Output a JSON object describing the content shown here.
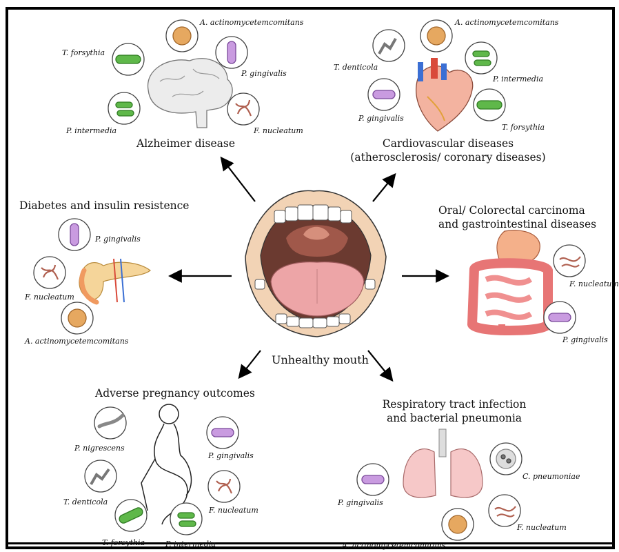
{
  "center": {
    "label": "Unhealthy mouth"
  },
  "groups": {
    "alzheimer": {
      "title": "Alzheimer disease",
      "bacteria": [
        "A. actinomycetemcomitans",
        "T. forsythia",
        "P. gingivalis",
        "P. intermedia",
        "F. nucleatum"
      ]
    },
    "cardio": {
      "title_line1": "Cardiovascular diseases",
      "title_line2": "(atherosclerosis/ coronary diseases)",
      "bacteria": [
        "A. actinomycetemcomitans",
        "T. denticola",
        "P. intermedia",
        "P. gingivalis",
        "T. forsythia"
      ]
    },
    "diabetes": {
      "title": "Diabetes and insulin resistence",
      "bacteria": [
        "P. gingivalis",
        "F. nucleatum",
        "A. actinomycetemcomitans"
      ]
    },
    "oral_crc": {
      "title_line1": "Oral/ Colorectal carcinoma",
      "title_line2": "and gastrointestinal diseases",
      "bacteria": [
        "F. nucleatum",
        "P. gingivalis"
      ]
    },
    "pregnancy": {
      "title": "Adverse pregnancy outcomes",
      "bacteria": [
        "P. nigrescens",
        "P. gingivalis",
        "T. denticola",
        "F. nucleatum",
        "T. forsythia",
        "P. intermedia"
      ]
    },
    "respiratory": {
      "title_line1": "Respiratory tract infection",
      "title_line2": "and bacterial pneumonia",
      "bacteria": [
        "C. pneumoniae",
        "P. gingivalis",
        "F. nucleatum",
        "A. actinomycetemcomitans"
      ]
    }
  },
  "colors": {
    "frame": "#000000",
    "purple_bacterium": "#c99be0",
    "green_bacterium": "#5fb84a",
    "tan_bacterium": "#e6a860",
    "pink_tissue": "#f0a8a8",
    "skin": "#f2d3b5",
    "tongue": "#eda5a7"
  }
}
